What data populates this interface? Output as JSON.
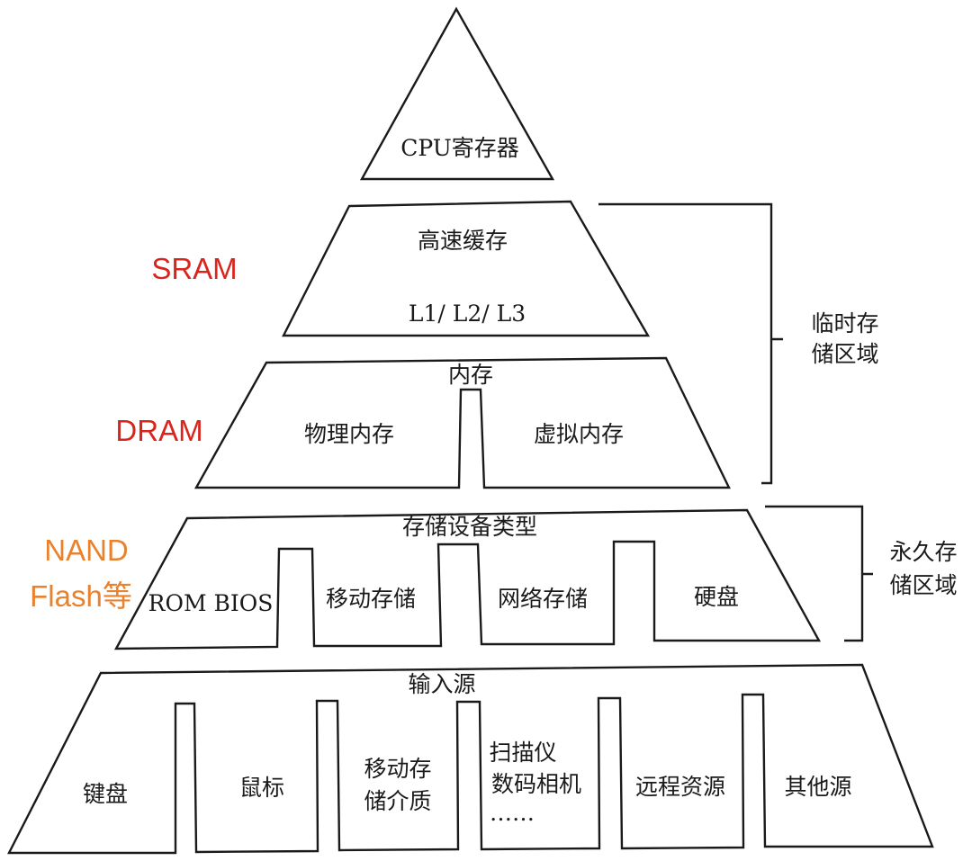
{
  "colors": {
    "sram": "#d8261e",
    "dram": "#d8261e",
    "nand": "#e8822f",
    "stroke": "#1a1a1a"
  },
  "pyramid": {
    "cpu": {
      "label": "CPU寄存器"
    },
    "cache": {
      "title": "高速缓存",
      "levels": "L1/ L2/ L3"
    },
    "memory": {
      "title": "内存",
      "cells": [
        "物理内存",
        "虚拟内存"
      ]
    },
    "storage": {
      "title": "存储设备类型",
      "cells": [
        "ROM BIOS",
        "移动存储",
        "网络存储",
        "硬盘"
      ]
    },
    "input": {
      "title": "输入源",
      "cells": [
        [
          "键盘"
        ],
        [
          "鼠标"
        ],
        [
          "移动存",
          "储介质"
        ],
        [
          "扫描仪",
          "数码相机",
          "……"
        ],
        [
          "远程资源"
        ],
        [
          "其他源"
        ]
      ]
    }
  },
  "left_labels": {
    "sram": "SRAM",
    "dram": "DRAM",
    "nand": [
      "NAND",
      "Flash等"
    ]
  },
  "right_labels": {
    "temporary": [
      "临时存",
      "储区域"
    ],
    "permanent": [
      "永久存",
      "储区域"
    ]
  }
}
